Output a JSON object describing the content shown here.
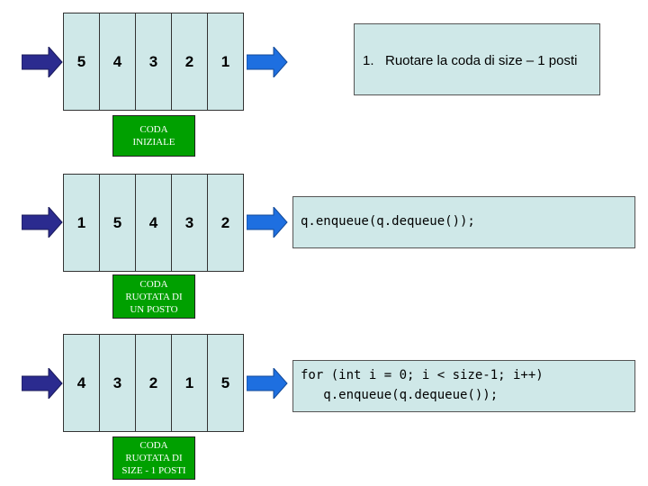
{
  "rows": [
    {
      "cells": [
        "5",
        "4",
        "3",
        "2",
        "1"
      ],
      "label": "CODA\nINIZIALE"
    },
    {
      "cells": [
        "1",
        "5",
        "4",
        "3",
        "2"
      ],
      "label": "CODA\nRUOTATA DI\nUN POSTO"
    },
    {
      "cells": [
        "4",
        "3",
        "2",
        "1",
        "5"
      ],
      "label": "CODA\nRUOTATA DI\nSIZE - 1 POSTI"
    }
  ],
  "notes": {
    "step": "1.   Ruotare la coda di size – 1 posti",
    "code1": "q.enqueue(q.dequeue());",
    "code2_line1": "for (int i = 0; i < size-1; i++)",
    "code2_line2": "   q.enqueue(q.dequeue());"
  },
  "colors": {
    "in_arrow": "#2b2b8f",
    "out_arrow": "#1e6fe0",
    "queue_fill": "#cfe8e8",
    "label_fill": "#00a000"
  }
}
